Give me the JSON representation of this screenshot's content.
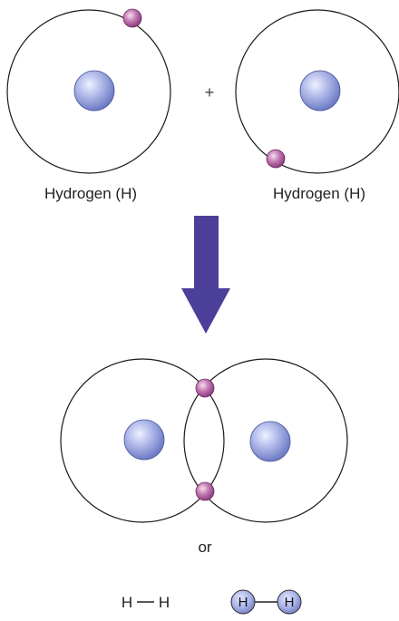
{
  "atoms": [
    {
      "label": "Hydrogen (H)"
    },
    {
      "label": "Hydrogen (H)"
    }
  ],
  "plus_sign": "+",
  "or_text": "or",
  "formula": {
    "left": "H",
    "bond": "—",
    "right": "H"
  },
  "ball_model": {
    "left": "H",
    "right": "H"
  },
  "colors": {
    "nucleus": "#a9b4e8",
    "electron": "#c57ab3",
    "arrow": "#4b3f99",
    "orbit": "#1a1a1a"
  }
}
